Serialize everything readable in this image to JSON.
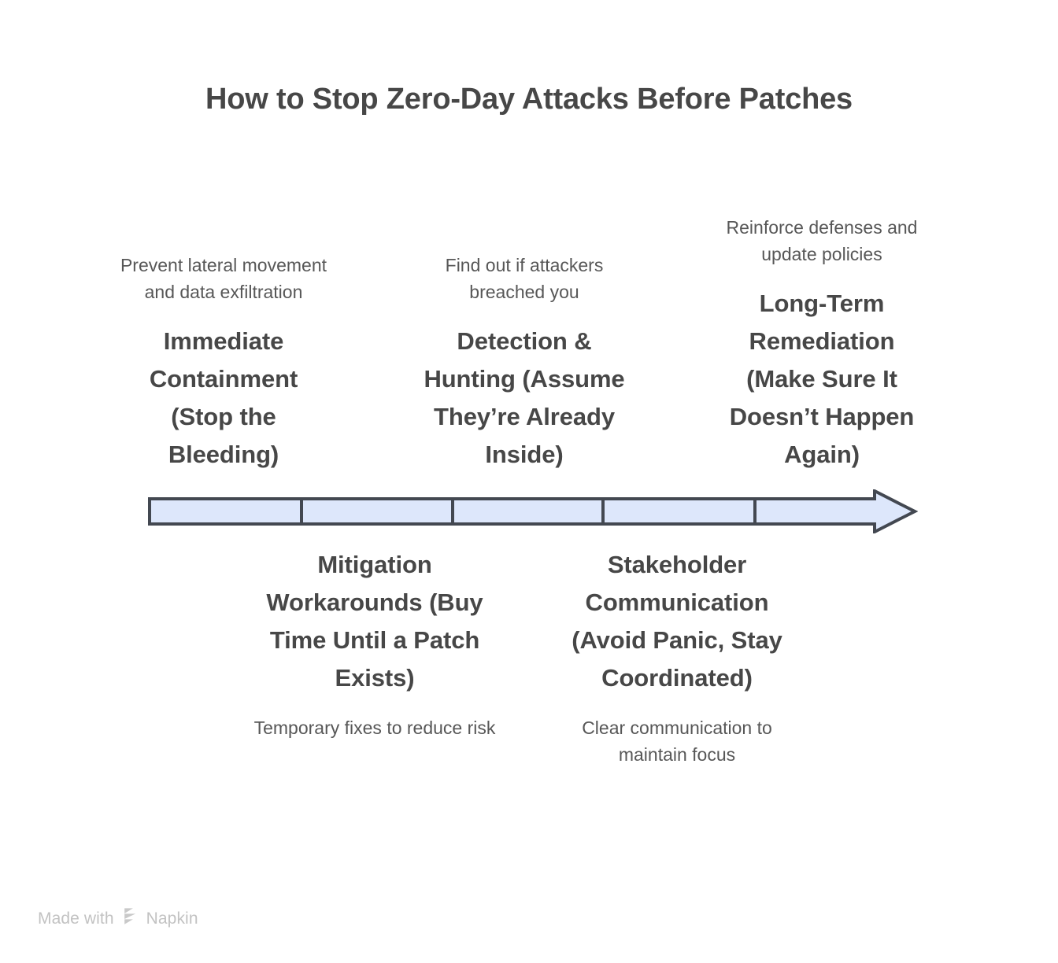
{
  "page": {
    "title": "How to Stop Zero-Day Attacks Before Patches",
    "background_color": "#ffffff",
    "text_color": "#474747",
    "muted_text_color": "#575757"
  },
  "timeline": {
    "fill_color": "#dde7fb",
    "stroke_color": "#434851",
    "segment_count": 5,
    "direction": "left-to-right",
    "arrow_head": true
  },
  "stages": [
    {
      "position": "above",
      "index": 1,
      "description": "Prevent lateral movement and data exfiltration",
      "title": "Immediate Containment (Stop the Bleeding)"
    },
    {
      "position": "below",
      "index": 2,
      "title": "Mitigation Workarounds (Buy Time Until a Patch Exists)",
      "description": "Temporary fixes to reduce risk"
    },
    {
      "position": "above",
      "index": 3,
      "description": "Find out if attackers breached you",
      "title": "Detection & Hunting (Assume They’re Already Inside)"
    },
    {
      "position": "below",
      "index": 4,
      "title": "Stakeholder Communication (Avoid Panic, Stay Coordinated)",
      "description": "Clear communication to maintain focus"
    },
    {
      "position": "above",
      "index": 5,
      "description": "Reinforce defenses and update policies",
      "title": "Long-Term Remediation (Make Sure It Doesn’t Happen Again)"
    }
  ],
  "watermark": {
    "text_before": "Made with",
    "brand": "Napkin",
    "logo_icon": "napkin-chevron-logo",
    "color": "#c2c2c2"
  }
}
